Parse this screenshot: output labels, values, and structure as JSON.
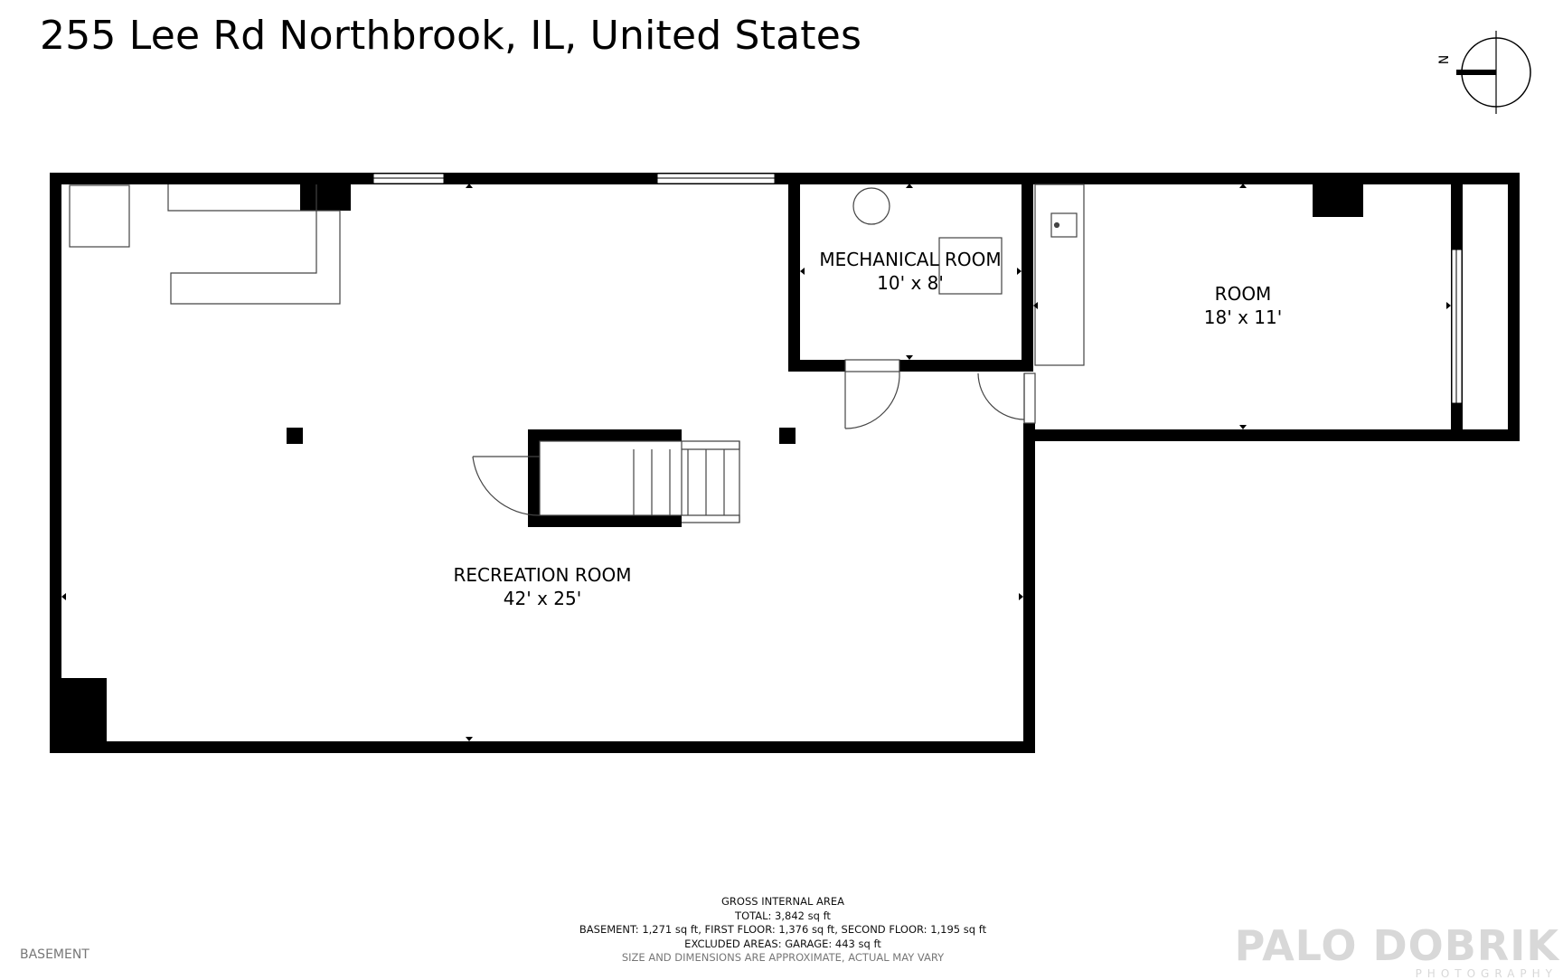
{
  "header": {
    "address": "255 Lee Rd Northbrook, IL, United States"
  },
  "compass": {
    "north_label": "N"
  },
  "rooms": [
    {
      "name": "MECHANICAL ROOM",
      "dimensions": "10' x 8'"
    },
    {
      "name": "ROOM",
      "dimensions": "18' x 11'"
    },
    {
      "name": "RECREATION ROOM",
      "dimensions": "42' x 25'"
    }
  ],
  "footer": {
    "heading": "GROSS INTERNAL AREA",
    "total": "TOTAL: 3,842 sq ft",
    "floors": "BASEMENT: 1,271 sq ft, FIRST FLOOR: 1,376 sq ft, SECOND FLOOR: 1,195 sq ft",
    "excluded": "EXCLUDED AREAS: GARAGE: 443 sq ft",
    "disclaimer": "SIZE AND DIMENSIONS ARE APPROXIMATE, ACTUAL MAY VARY"
  },
  "floor_name": "BASEMENT",
  "brand": {
    "name": "PALO DOBRIK",
    "tagline": "PHOTOGRAPHY"
  },
  "colors": {
    "wall": "#000000",
    "fixture_stroke": "#444444",
    "brand": "#d8d8d8"
  }
}
